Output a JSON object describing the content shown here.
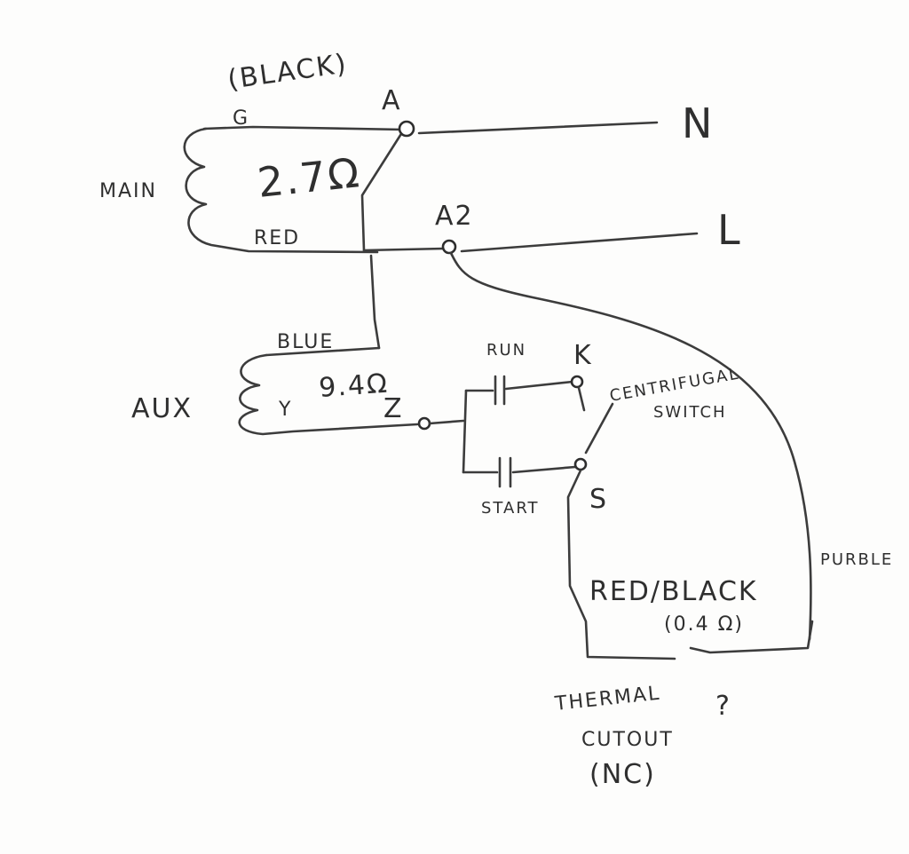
{
  "diagram": {
    "labels": {
      "main_color": "(BLACK)",
      "main_start": "G",
      "main_end": "RED",
      "main": "MAIN",
      "main_resistance": "2.7Ω",
      "terminal_a": "A",
      "terminal_a2": "A2",
      "line_n": "N",
      "line_l": "L",
      "aux_start": "BLUE",
      "aux": "AUX",
      "aux_end": "Y",
      "aux_resistance": "9.4Ω",
      "terminal_z": "Z",
      "run": "RUN",
      "terminal_k": "K",
      "centrifugal": "CENTRIFUGAL",
      "switch": "SWITCH",
      "start": "START",
      "terminal_s": "S",
      "purple": "PURBLE",
      "red_black": "RED/BLACK",
      "red_black_resistance": "(0.4 Ω)",
      "thermal_1": "THERMAL",
      "thermal_2": "CUTOUT",
      "thermal_3": "(NC)",
      "question": "?"
    },
    "colors": {
      "ink": "#3c3c3c",
      "paper": "#fdfdfc"
    }
  }
}
